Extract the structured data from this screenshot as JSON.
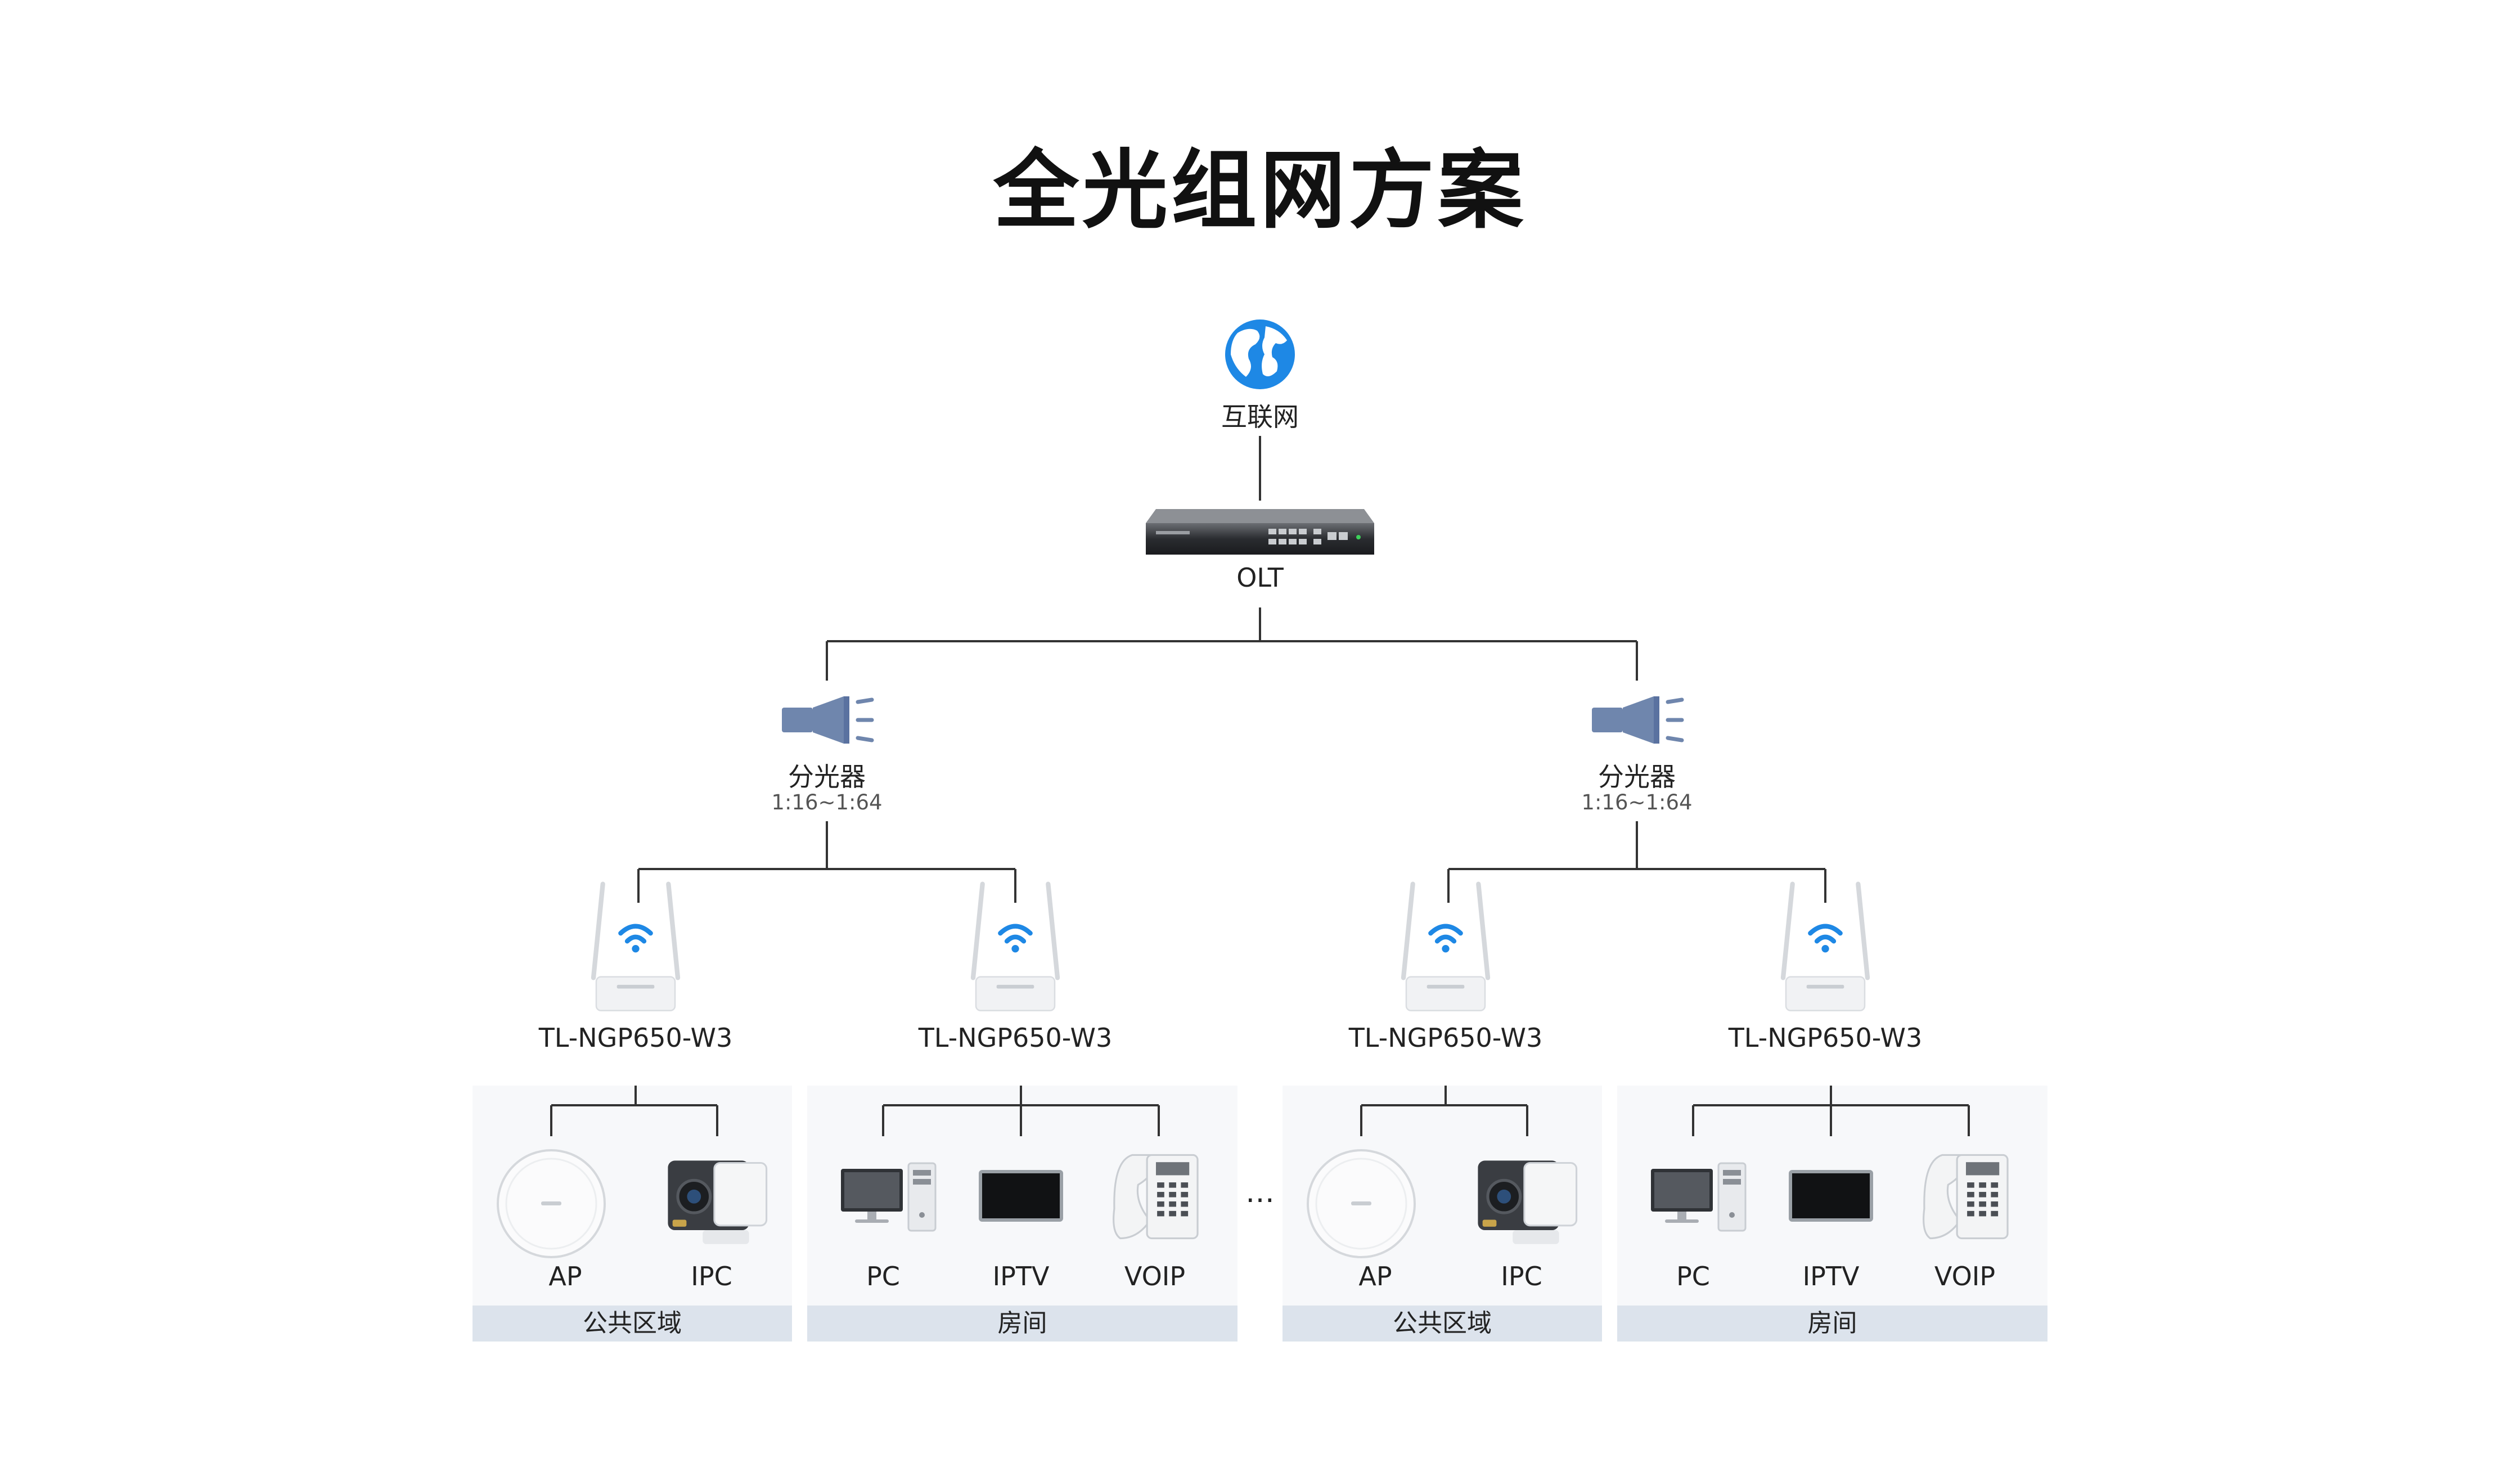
{
  "title": "全光组网方案",
  "internet": {
    "label": "互联网",
    "icon": "globe-icon"
  },
  "olt": {
    "label": "OLT",
    "icon": "olt-switch-icon"
  },
  "splitters": [
    {
      "label": "分光器",
      "ratio": "1:16~1:64",
      "icon": "optical-splitter-icon"
    },
    {
      "label": "分光器",
      "ratio": "1:16~1:64",
      "icon": "optical-splitter-icon"
    }
  ],
  "onus": [
    {
      "label": "TL-NGP650-W3"
    },
    {
      "label": "TL-NGP650-W3"
    },
    {
      "label": "TL-NGP650-W3"
    },
    {
      "label": "TL-NGP650-W3"
    }
  ],
  "zones": [
    {
      "name": "公共区域",
      "devices": [
        {
          "label": "AP",
          "icon": "ceiling-ap-icon"
        },
        {
          "label": "IPC",
          "icon": "ip-camera-icon"
        }
      ]
    },
    {
      "name": "房间",
      "devices": [
        {
          "label": "PC",
          "icon": "pc-icon"
        },
        {
          "label": "IPTV",
          "icon": "tv-icon"
        },
        {
          "label": "VOIP",
          "icon": "voip-phone-icon"
        }
      ]
    },
    {
      "name": "公共区域",
      "devices": [
        {
          "label": "AP",
          "icon": "ceiling-ap-icon"
        },
        {
          "label": "IPC",
          "icon": "ip-camera-icon"
        }
      ]
    },
    {
      "name": "房间",
      "devices": [
        {
          "label": "PC",
          "icon": "pc-icon"
        },
        {
          "label": "IPTV",
          "icon": "tv-icon"
        },
        {
          "label": "VOIP",
          "icon": "voip-phone-icon"
        }
      ]
    }
  ],
  "ellipsis": "…",
  "colors": {
    "line": "#333333",
    "accent": "#1e88e5",
    "splitter": "#6f86ad",
    "zone_bar": "#dce3ec",
    "zone_bg": "#f7f8fa"
  }
}
